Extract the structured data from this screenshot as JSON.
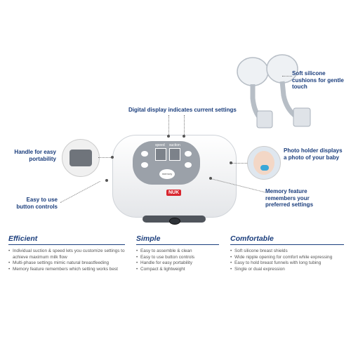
{
  "colors": {
    "brand_blue": "#1a3d7c",
    "nuk_red": "#d8262f",
    "device_gray": "#8e939b"
  },
  "device": {
    "label_speed": "speed",
    "label_suction": "suction",
    "button_memory": "memory",
    "brand": "NUK"
  },
  "callouts": {
    "display": "Digital display indicates current settings",
    "handle": "Handle for easy portability",
    "buttons": "Easy to use button controls",
    "cushions": "Soft silicone cushions for gentle touch",
    "photo": "Photo holder displays a photo of your baby",
    "memory": "Memory feature remembers your preferred settings"
  },
  "sections": [
    {
      "title": "Efficient",
      "items": [
        "Individual suction & speed lets you customize settings to achieve maximum milk flow",
        "Multi-phase settings mimic natural breastfeeding",
        "Memory feature remembers which setting works best"
      ]
    },
    {
      "title": "Simple",
      "items": [
        "Easy to assemble & clean",
        "Easy to use button controls",
        "Handle for easy portability",
        "Compact & lightweight"
      ]
    },
    {
      "title": "Comfortable",
      "items": [
        "Soft silicone breast shields",
        "Wide nipple opening for comfort while expressing",
        "Easy to hold breast funnels with long tubing",
        "Single or dual expression"
      ]
    }
  ]
}
